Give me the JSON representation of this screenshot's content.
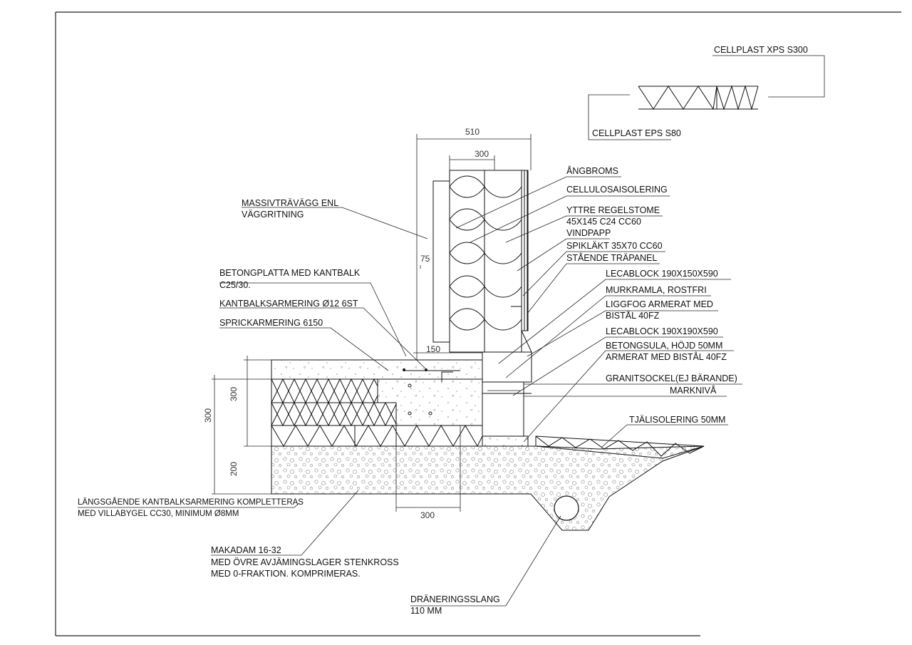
{
  "legend": {
    "xps": "CELLPLAST XPS S300",
    "eps": "CELLPLAST  EPS S80"
  },
  "dimensions": {
    "wall_total": "510",
    "insulation": "300",
    "batten": "75",
    "step": "150",
    "slab_300": "300",
    "slab_total_300": "300",
    "gravel_200": "200",
    "bottom_300": "300"
  },
  "labels": {
    "massivtravagg_1": "MASSIVTRÄVÄGG ENL",
    "massivtravagg_2": "VÄGGRITNING",
    "betongplatta_1": "BETONGPLATTA MED KANTBALK",
    "betongplatta_2": "C25/30.",
    "kantbalksarmering": "KANTBALKSARMERING Ø12 6ST",
    "sprickarmering": "SPRICKARMERING  6150",
    "angbroms": "ÅNGBROMS",
    "cellulosa": "CELLULOSAISOLERING",
    "yttre_1": "YTTRE REGELSTOME",
    "yttre_2": "45X145 C24 CC60",
    "vindpapp": "VINDPAPP",
    "spiklakt": "SPIKLÄKT 35X70 CC60",
    "tranpanel": "STÅENDE TRÄPANEL",
    "leca1": "LECABLOCK 190X150X590",
    "murkramla": "MURKRAMLA, ROSTFRI",
    "liggfog_1": "LIGGFOG ARMERAT MED",
    "liggfog_2": "BISTÅL 40FZ",
    "leca2": "LECABLOCK 190X190X590",
    "betongsula_1": "BETONGSULA, HÖJD 50MM",
    "betongsula_2": "ARMERAT MED BISTÅL 40FZ",
    "granitsockel": "GRANITSOCKEL(EJ BÄRANDE)",
    "markniva": "MARKNIVÅ",
    "tjalisolering": "TJÄLISOLERING 50MM",
    "langsgaende_1": "LÄNGSGÅENDE KANTBALKSARMERING KOMPLETTERAS",
    "langsgaende_2": "MED VILLABYGEL CC30, MINIMUM  Ø8MM",
    "makadam_1": "MAKADAM 16-32",
    "makadam_2": "MED ÖVRE AVJÄMINGSLAGER  STENKROSS",
    "makadam_3": "MED 0-FRAKTION. KOMPRIMERAS.",
    "dranering_1": "DRÄNERINGSSLANG",
    "dranering_2": "110 MM"
  }
}
